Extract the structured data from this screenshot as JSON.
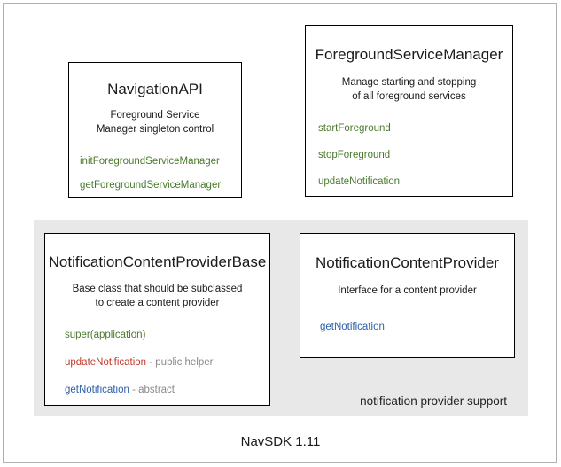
{
  "diagram": {
    "footer_label": "NavSDK 1.11",
    "group_caption": "notification provider support",
    "colors": {
      "green": "#4a7a2d",
      "red": "#c0392b",
      "blue": "#2d5fa8",
      "note_gray": "#8a8a8a",
      "group_background": "#e8e8e8",
      "box_border": "#000000",
      "frame_border": "#b0b0b0"
    },
    "boxes": [
      {
        "id": "navigation-api",
        "title": "NavigationAPI",
        "desc_line1": "Foreground Service",
        "desc_line2": "Manager singleton control",
        "members": [
          {
            "name": "initForegroundServiceManager",
            "color": "green",
            "note": ""
          },
          {
            "name": "getForegroundServiceManager",
            "color": "green",
            "note": ""
          }
        ]
      },
      {
        "id": "foreground-service-manager",
        "title": "ForegroundServiceManager",
        "desc_line1": "Manage starting and stopping",
        "desc_line2": "of all foreground services",
        "members": [
          {
            "name": "startForeground",
            "color": "green",
            "note": ""
          },
          {
            "name": "stopForeground",
            "color": "green",
            "note": ""
          },
          {
            "name": "updateNotification",
            "color": "green",
            "note": ""
          }
        ]
      },
      {
        "id": "notification-content-provider-base",
        "title": "NotificationContentProviderBase",
        "desc_line1": "Base class that should be subclassed",
        "desc_line2": "to create a content provider",
        "members": [
          {
            "name": "super(application)",
            "color": "green",
            "note": ""
          },
          {
            "name": "updateNotification",
            "color": "red",
            "note": " - public helper"
          },
          {
            "name": "getNotification",
            "color": "blue",
            "note": " - abstract"
          }
        ]
      },
      {
        "id": "notification-content-provider",
        "title": "NotificationContentProvider",
        "desc_line1": "Interface for a content provider",
        "desc_line2": "",
        "members": [
          {
            "name": "getNotification",
            "color": "blue",
            "note": ""
          }
        ]
      }
    ]
  }
}
